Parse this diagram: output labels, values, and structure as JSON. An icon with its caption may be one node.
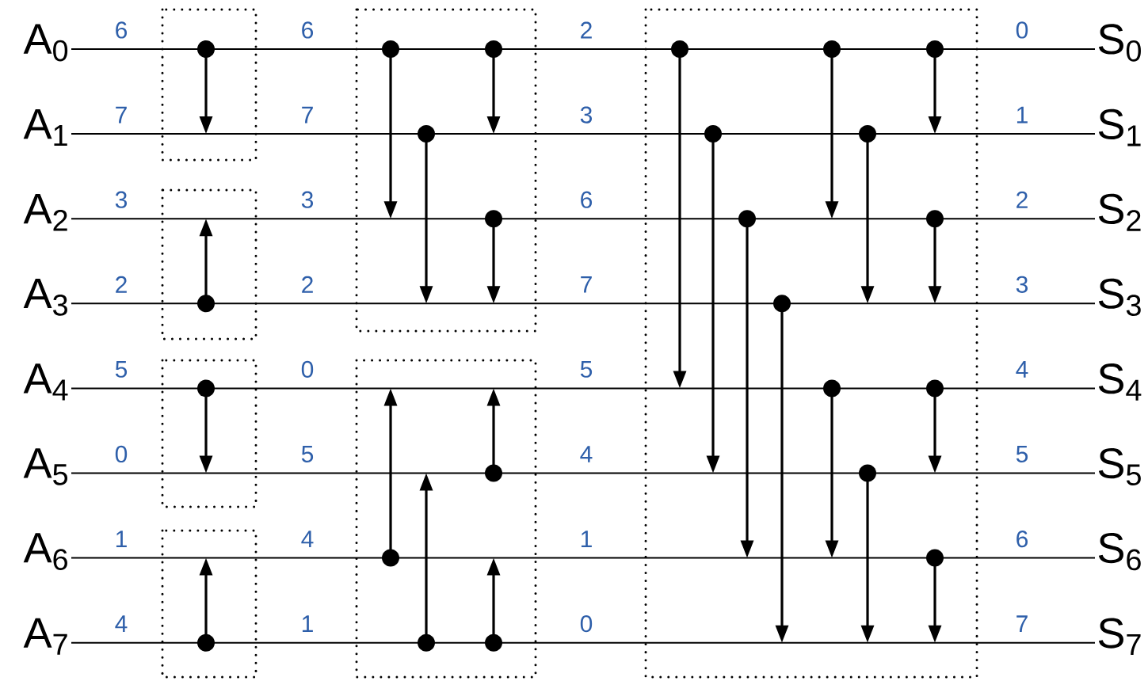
{
  "diagram": {
    "nodes": [
      {
        "text": [
          "A$_{0}$"
        ]
      },
      {
        "text": [
          "A$_{1}$"
        ]
      },
      {
        "text": [
          "A$_{2}$"
        ]
      },
      {
        "text": [
          "A$_{3}$"
        ]
      },
      {
        "text": [
          "A$_{4}$"
        ]
      },
      {
        "text": [
          "A$_{5}$"
        ]
      },
      {
        "text": [
          "A$_{6}$"
        ]
      },
      {
        "text": [
          "A$_{7}$"
        ]
      },
      {
        "text": [
          "S$_{0}$"
        ]
      },
      {
        "text": [
          "S$_{1}$"
        ]
      },
      {
        "text": [
          "S$_{2}$"
        ]
      },
      {
        "text": [
          "S$_{3}$"
        ]
      },
      {
        "text": [
          "S$_{4}$"
        ]
      },
      {
        "text": [
          "S$_{5}$"
        ]
      },
      {
        "text": [
          "S$_{6}$"
        ]
      },
      {
        "text": [
          "S$_{7}$"
        ]
      }
    ],
    "edges": [
      {
        "from": 0,
        "to": 8,
        "arrow": "none"
      },
      {
        "from": 1,
        "to": 9,
        "arrow": "none"
      },
      {
        "from": 2,
        "to": 10,
        "arrow": "none"
      },
      {
        "from": 3,
        "to": 11,
        "arrow": "none"
      },
      {
        "from": 4,
        "to": 12,
        "arrow": "none"
      },
      {
        "from": 5,
        "to": 13,
        "arrow": "none"
      },
      {
        "from": 6,
        "to": 14,
        "arrow": "none"
      },
      {
        "from": 7,
        "to": 15,
        "arrow": "none"
      }
    ],
    "labels": [
      "6",
      "6",
      "2",
      "0",
      "7",
      "7",
      "3",
      "1",
      "3",
      "3",
      "6",
      "2",
      "2",
      "2",
      "7",
      "3",
      "5",
      "0",
      "5",
      "4",
      "0",
      "5",
      "4",
      "5",
      "1",
      "4",
      "1",
      "6",
      "4",
      "1",
      "0",
      "7"
    ]
  }
}
